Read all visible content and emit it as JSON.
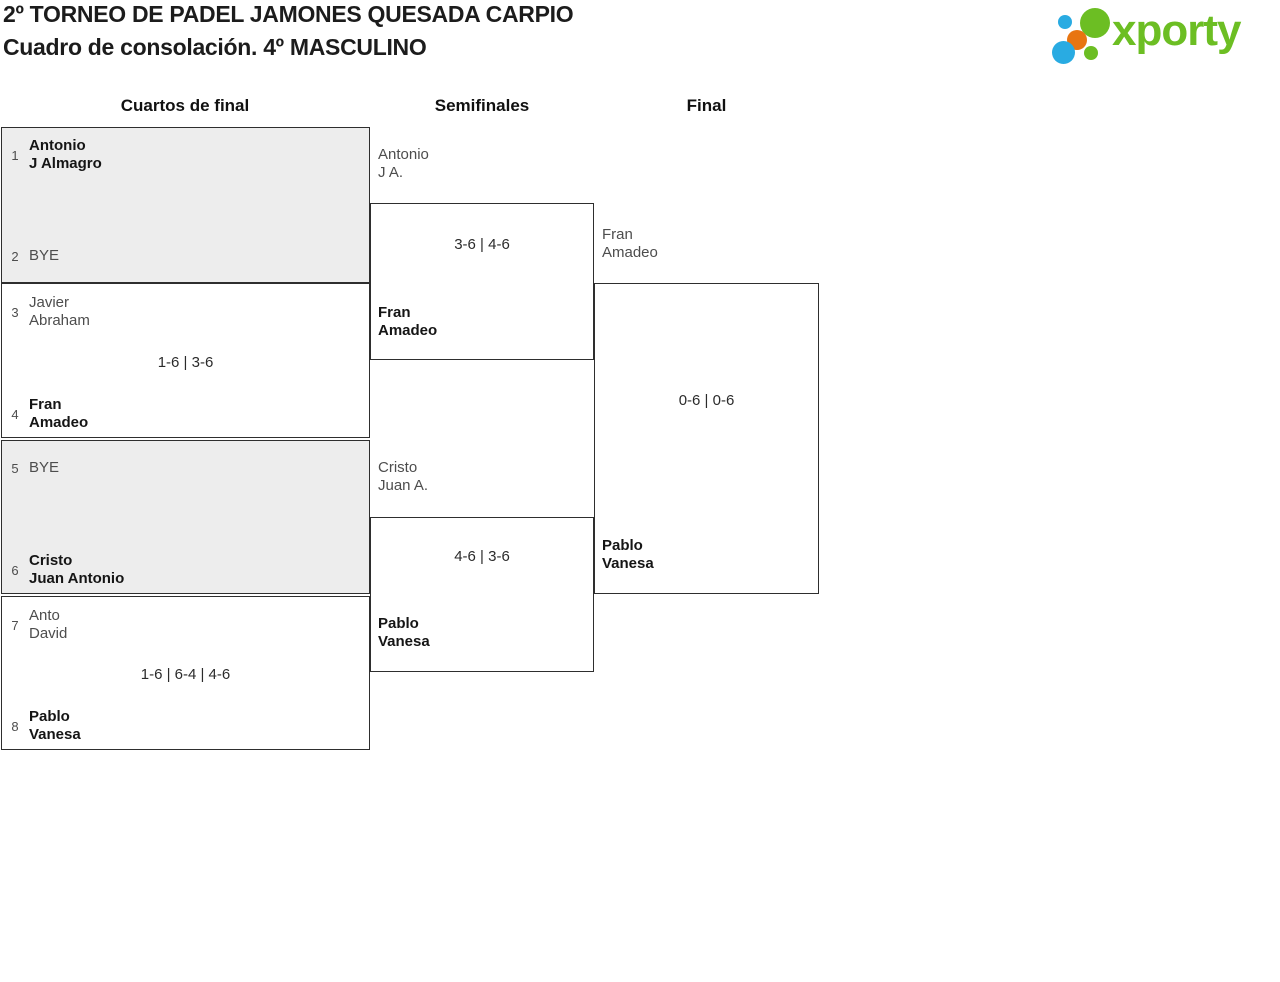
{
  "header": {
    "title": "2º TORNEO DE PADEL JAMONES QUESADA CARPIO",
    "subtitle": "Cuadro de consolación. 4º MASCULINO",
    "logo_text": "xporty"
  },
  "colors": {
    "logo_green": "#6cbe23",
    "logo_blue": "#29abe2",
    "logo_orange": "#e87511",
    "bye_match_bg": "#ededed",
    "box_border": "#2e2e2e",
    "winner_text": "#151515",
    "loser_text": "#4d4d4d"
  },
  "rounds": {
    "r1": "Cuartos de final",
    "r2": "Semifinales",
    "r3": "Final"
  },
  "quarterfinals": [
    {
      "a_seed": "1",
      "a_line1": "Antonio",
      "a_line2": "J Almagro",
      "a_winner": true,
      "score": "",
      "b_seed": "2",
      "b_line1": "BYE",
      "b_line2": "",
      "b_winner": false
    },
    {
      "a_seed": "3",
      "a_line1": "Javier",
      "a_line2": "Abraham",
      "a_winner": false,
      "score": "1-6 | 3-6",
      "b_seed": "4",
      "b_line1": "Fran",
      "b_line2": "Amadeo",
      "b_winner": true
    },
    {
      "a_seed": "5",
      "a_line1": "BYE",
      "a_line2": "",
      "a_winner": false,
      "score": "",
      "b_seed": "6",
      "b_line1": "Cristo",
      "b_line2": "Juan Antonio",
      "b_winner": true
    },
    {
      "a_seed": "7",
      "a_line1": "Anto",
      "a_line2": "David",
      "a_winner": false,
      "score": "1-6 | 6-4 | 4-6",
      "b_seed": "8",
      "b_line1": "Pablo",
      "b_line2": "Vanesa",
      "b_winner": true
    }
  ],
  "semifinals": [
    {
      "top_line1": "Antonio",
      "top_line2": "J A.",
      "top_winner": false,
      "score": "3-6 | 4-6",
      "bottom_line1": "Fran",
      "bottom_line2": "Amadeo",
      "bottom_winner": true
    },
    {
      "top_line1": "Cristo",
      "top_line2": "Juan A.",
      "top_winner": false,
      "score": "4-6 | 3-6",
      "bottom_line1": "Pablo",
      "bottom_line2": "Vanesa",
      "bottom_winner": true
    }
  ],
  "final": {
    "top_line1": "Fran",
    "top_line2": "Amadeo",
    "top_winner": false,
    "score": "0-6 | 0-6",
    "bottom_line1": "Pablo",
    "bottom_line2": "Vanesa",
    "bottom_winner": true
  }
}
